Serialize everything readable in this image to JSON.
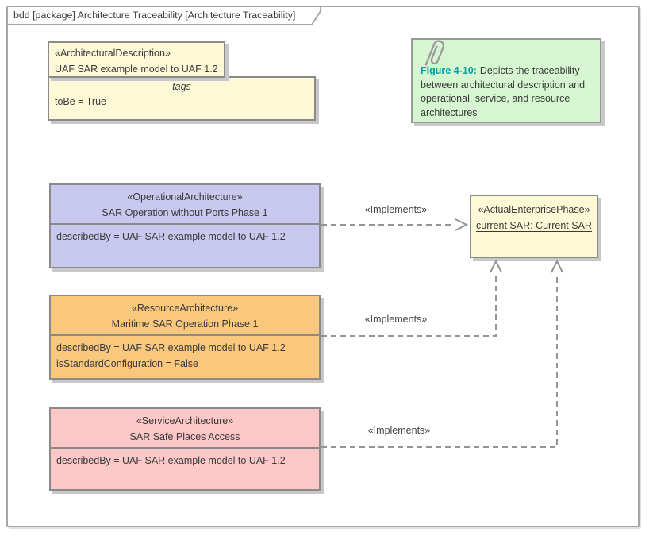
{
  "frame": {
    "title": "bdd [package] Architecture Traceability [Architecture Traceability]"
  },
  "note": {
    "figure_label": "Figure 4-10:",
    "text": "Depicts the traceability between architectural description and operational, service, and resource architectures",
    "label_color": "#00a0a5",
    "fill": "#d5f6d0"
  },
  "architectural_description": {
    "stereotype": "«ArchitecturalDescription»",
    "name": "UAF SAR example model to UAF 1.2",
    "tags_title": "tags",
    "tag_lines": [
      "toBe = True"
    ],
    "fill": "#fdf9d7"
  },
  "operational_architecture": {
    "stereotype": "«OperationalArchitecture»",
    "name": "SAR Operation without Ports Phase 1",
    "attributes": [
      "describedBy = UAF SAR example model to UAF 1.2"
    ],
    "fill": "#c9c8ef"
  },
  "resource_architecture": {
    "stereotype": "«ResourceArchitecture»",
    "name": "Maritime SAR Operation Phase 1",
    "attributes": [
      "describedBy = UAF SAR example model to UAF 1.2",
      "isStandardConfiguration = False"
    ],
    "fill": "#fac87d"
  },
  "service_architecture": {
    "stereotype": "«ServiceArchitecture»",
    "name": "SAR Safe Places Access",
    "attributes": [
      "describedBy = UAF SAR example model to UAF 1.2"
    ],
    "fill": "#fbc7c7"
  },
  "actual_enterprise_phase": {
    "stereotype": "«ActualEnterprisePhase»",
    "name": "current SAR: Current SAR",
    "fill": "#fdf9d7"
  },
  "connectors": [
    {
      "label": "«Implements»"
    },
    {
      "label": "«Implements»"
    },
    {
      "label": "«Implements»"
    }
  ]
}
